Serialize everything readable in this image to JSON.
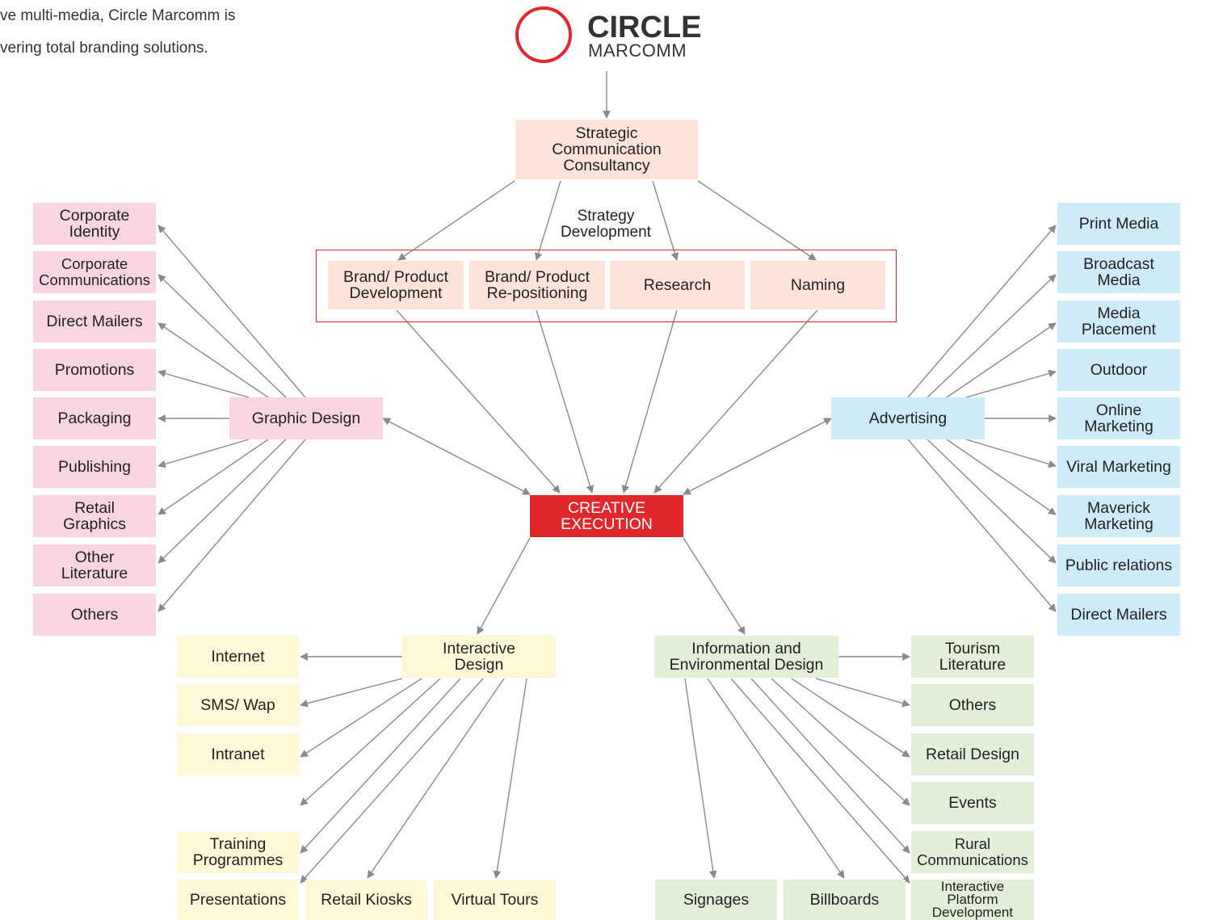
{
  "intro": {
    "line1": "ve multi-media, Circle Marcomm is",
    "line2": "vering total branding solutions."
  },
  "logo": {
    "name": "CIRCLE",
    "sub": "MARCOMM",
    "ring_color": "#e1262c"
  },
  "colors": {
    "accent": "#e1262c",
    "strategy": "#fde3d9",
    "graphic": "#f9d5e3",
    "advertising": "#cdebf8",
    "interactive": "#fdf8d7",
    "environmental": "#e3efd9",
    "arrow": "#8a8a8a"
  },
  "center": {
    "consultancy": "Strategic Communication Consultancy",
    "strategy_label": "Strategy Development",
    "creative": "CREATIVE EXECUTION"
  },
  "strategy_items": [
    "Brand/ Product Development",
    "Brand/ Product Re-positioning",
    "Research",
    "Naming"
  ],
  "hubs": {
    "graphic": "Graphic Design",
    "advertising": "Advertising",
    "interactive": "Interactive Design",
    "environmental": "Information and Environmental Design"
  },
  "graphic_items": [
    "Corporate Identity",
    "Corporate Communications",
    "Direct Mailers",
    "Promotions",
    "Packaging",
    "Publishing",
    "Retail Graphics",
    "Other Literature",
    "Others"
  ],
  "advertising_items": [
    "Print Media",
    "Broadcast Media",
    "Media Placement",
    "Outdoor",
    "Online Marketing",
    "Viral Marketing",
    "Maverick Marketing",
    "Public relations",
    "Direct Mailers"
  ],
  "interactive_items": [
    "Internet",
    "SMS/ Wap",
    "Intranet",
    "Training Programmes",
    "Presentations",
    "Retail Kiosks",
    "Virtual Tours"
  ],
  "environmental_items": [
    "Tourism Literature",
    "Others",
    "Retail Design",
    "Events",
    "Rural Communications",
    "Interactive Platform Development",
    "Signages",
    "Billboards"
  ]
}
